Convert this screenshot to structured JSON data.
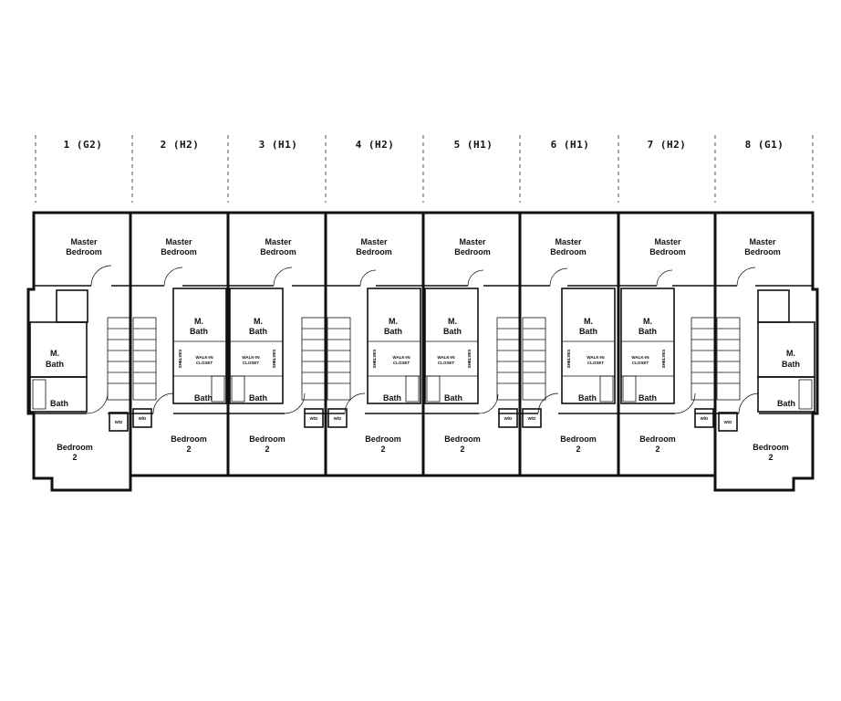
{
  "units": [
    {
      "label": "1 (G2)",
      "rooms": {
        "master": "Master",
        "master2": "Bedroom",
        "mbath": "M.",
        "mbath2": "Bath",
        "bath": "Bath",
        "bed": "Bedroom",
        "bed2": "2",
        "wd": "W/D"
      }
    },
    {
      "label": "2 (H2)",
      "rooms": {
        "master": "Master",
        "master2": "Bedroom",
        "mbath": "M.",
        "mbath2": "Bath",
        "bath": "Bath",
        "bed": "Bedroom",
        "bed2": "2",
        "wd": "W/D",
        "closet": "WALK-IN",
        "closet2": "CLOSET",
        "shelves": "SHELVES"
      }
    },
    {
      "label": "3 (H1)",
      "rooms": {
        "master": "Master",
        "master2": "Bedroom",
        "mbath": "M.",
        "mbath2": "Bath",
        "bath": "Bath",
        "bed": "Bedroom",
        "bed2": "2",
        "wd": "W/D",
        "closet": "WALK-IN",
        "closet2": "CLOSET",
        "shelves": "SHELVES"
      }
    },
    {
      "label": "4 (H2)",
      "rooms": {
        "master": "Master",
        "master2": "Bedroom",
        "mbath": "M.",
        "mbath2": "Bath",
        "bath": "Bath",
        "bed": "Bedroom",
        "bed2": "2",
        "wd": "W/D",
        "closet": "WALK-IN",
        "closet2": "CLOSET",
        "shelves": "SHELVES"
      }
    },
    {
      "label": "5 (H1)",
      "rooms": {
        "master": "Master",
        "master2": "Bedroom",
        "mbath": "M.",
        "mbath2": "Bath",
        "bath": "Bath",
        "bed": "Bedroom",
        "bed2": "2",
        "wd": "W/D",
        "closet": "WALK-IN",
        "closet2": "CLOSET",
        "shelves": "SHELVES"
      }
    },
    {
      "label": "6 (H1)",
      "rooms": {
        "master": "Master",
        "master2": "Bedroom",
        "mbath": "M.",
        "mbath2": "Bath",
        "bath": "Bath",
        "bed": "Bedroom",
        "bed2": "2",
        "wd": "W/D",
        "closet": "WALK-IN",
        "closet2": "CLOSET",
        "shelves": "SHELVES"
      }
    },
    {
      "label": "7 (H2)",
      "rooms": {
        "master": "Master",
        "master2": "Bedroom",
        "mbath": "M.",
        "mbath2": "Bath",
        "bath": "Bath",
        "bed": "Bedroom",
        "bed2": "2",
        "wd": "W/D",
        "closet": "WALK-IN",
        "closet2": "CLOSET",
        "shelves": "SHELVES"
      }
    },
    {
      "label": "8 (G1)",
      "rooms": {
        "master": "Master",
        "master2": "Bedroom",
        "mbath": "M.",
        "mbath2": "Bath",
        "bath": "Bath",
        "bed": "Bedroom",
        "bed2": "2",
        "wd": "W/D"
      }
    }
  ]
}
